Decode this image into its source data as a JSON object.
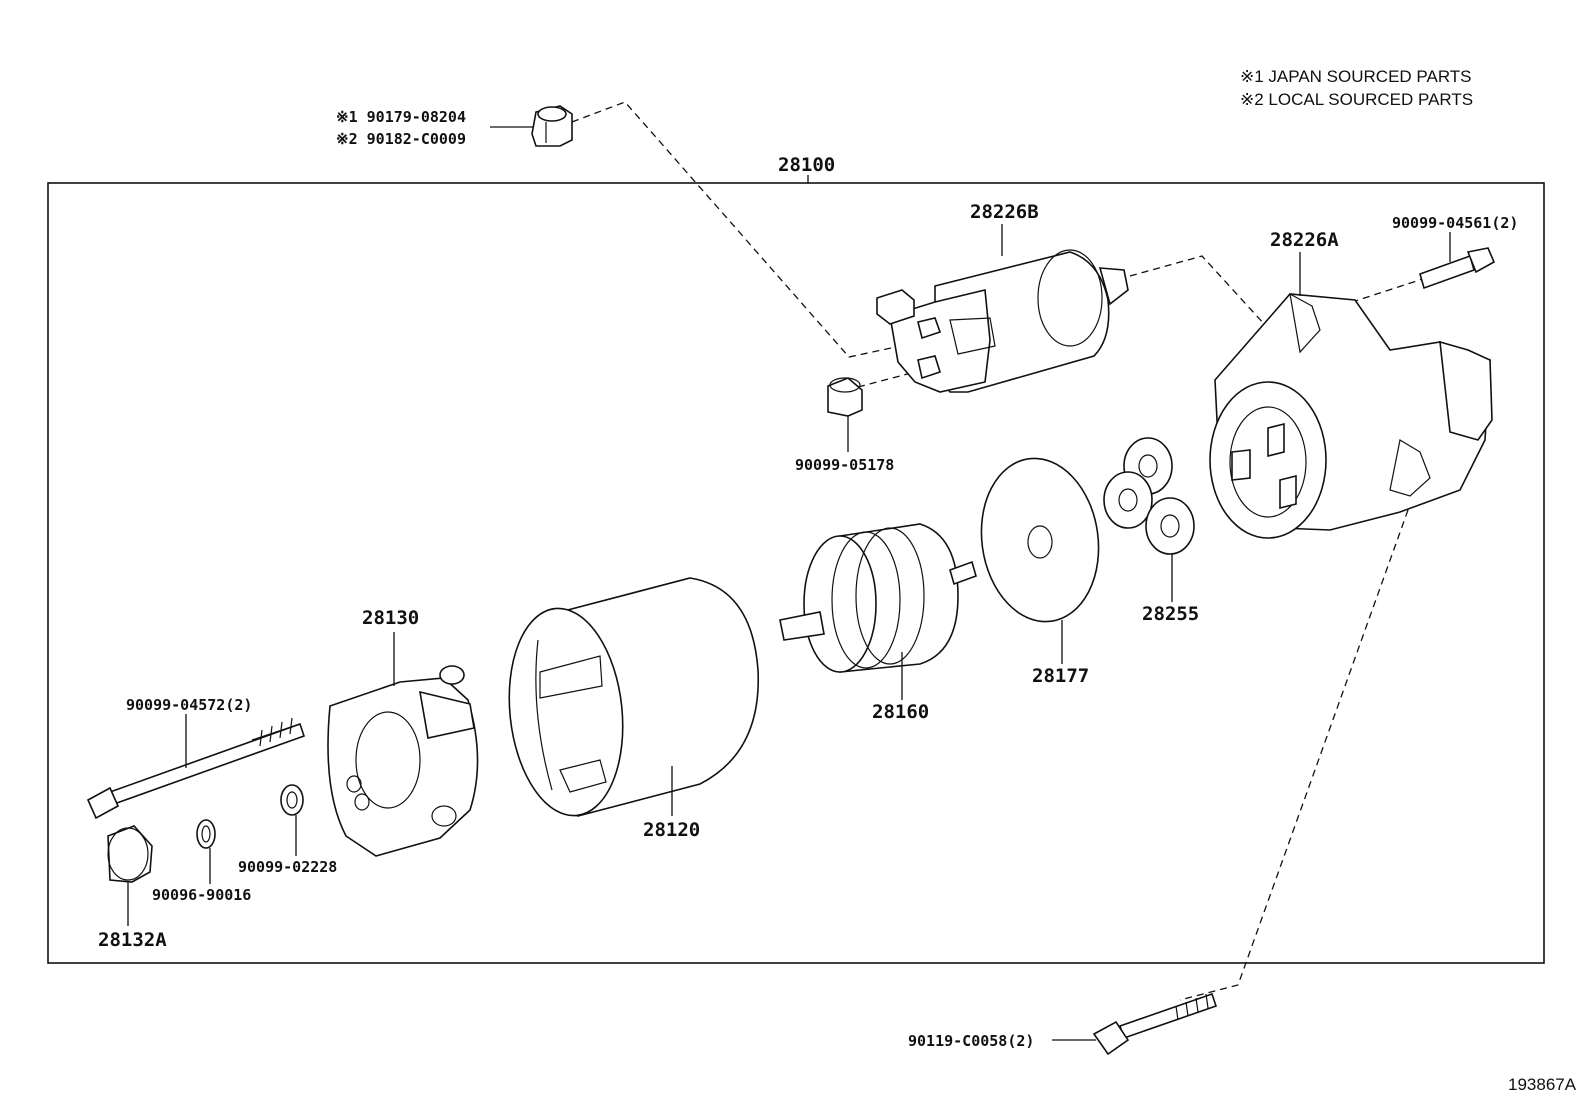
{
  "legend": {
    "item1": "※1  JAPAN SOURCED PARTS",
    "item2": "※2  LOCAL SOURCED PARTS"
  },
  "assembly_label": "28100",
  "figure_id": "193867A",
  "labels": {
    "nut_alt1": "※1 90179-08204",
    "nut_alt2": "※2 90182-C0009",
    "p28226B": "28226B",
    "p28226A": "28226A",
    "p90099_04561": "90099-04561(2)",
    "p90099_05178": "90099-05178",
    "p28255": "28255",
    "p28177": "28177",
    "p28160": "28160",
    "p28130": "28130",
    "p28120": "28120",
    "p90099_04572": "90099-04572(2)",
    "p90099_02228": "90099-02228",
    "p90096_90016": "90096-90016",
    "p28132A": "28132A",
    "p90119_C0058": "90119-C0058(2)"
  }
}
